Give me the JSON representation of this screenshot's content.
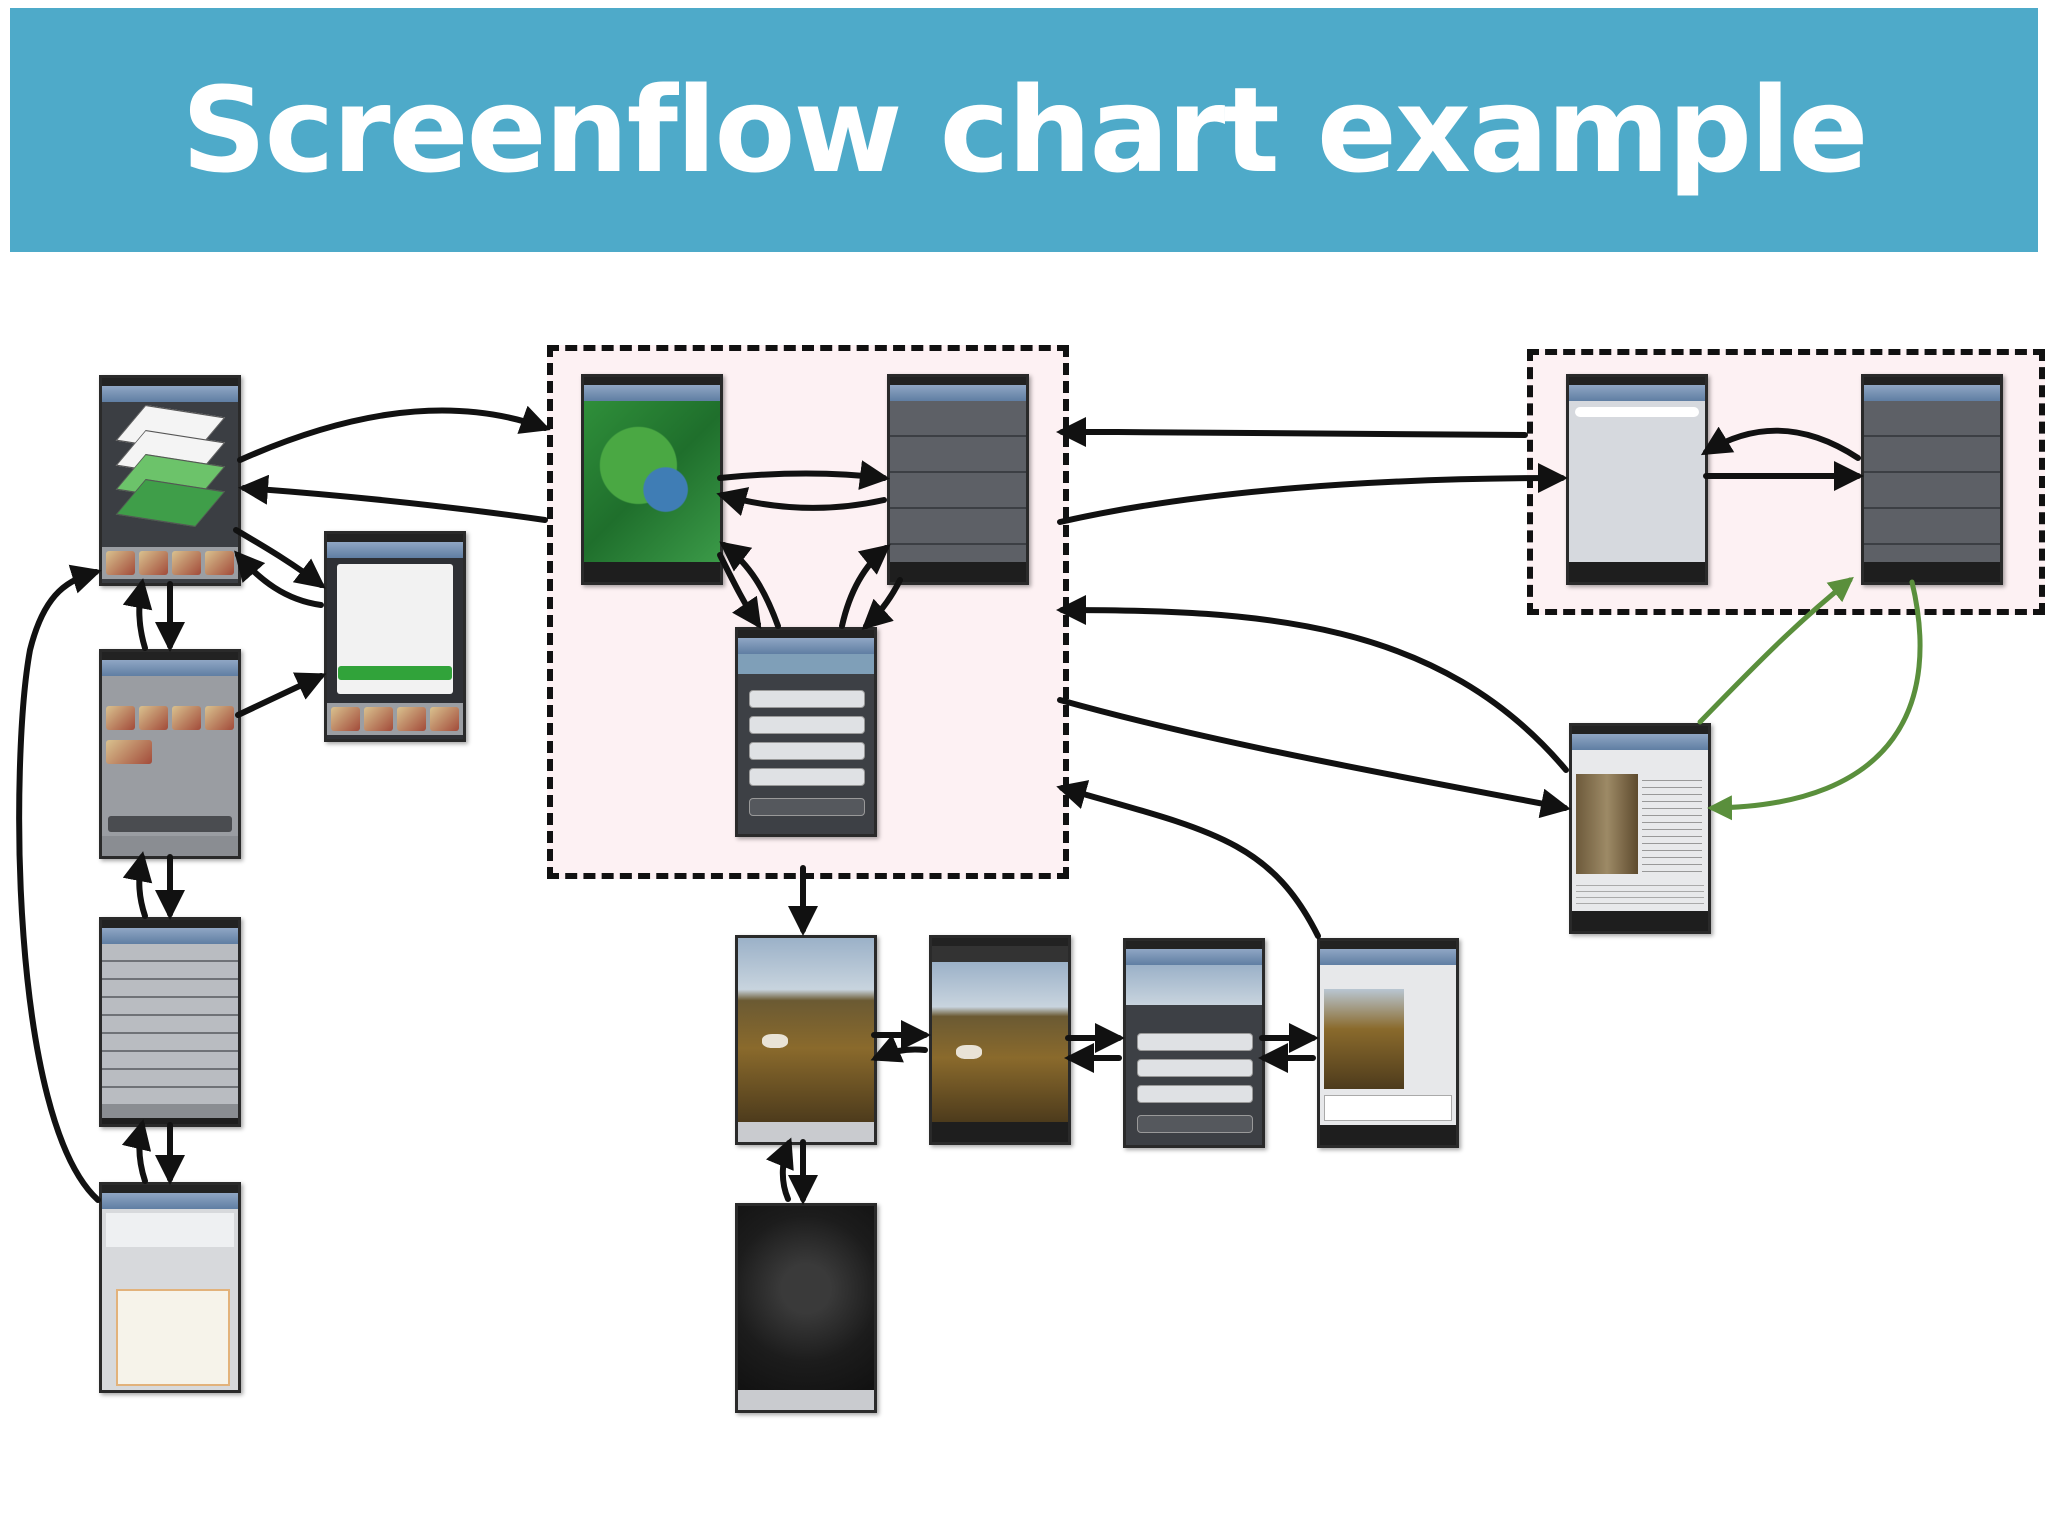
{
  "title": "Screenflow chart example",
  "colors": {
    "banner": "#4eaac9",
    "group_fill": "#fdf1f3",
    "arrow": "#111111",
    "arrow_green": "#5a8f3c"
  },
  "screens": [
    "layers-screen",
    "thumbnail-popup-screen",
    "layer-thumbnails-screen",
    "layer-list-screen",
    "layer-detail-map-screen",
    "park-map-screen",
    "poi-list-screen",
    "add-action-sheet",
    "search-screen",
    "settings-list-screen",
    "species-detail-screen",
    "camera-photo-screen",
    "photo-review-screen",
    "post-options-screen",
    "photo-description-screen",
    "camera-shutter-screen"
  ]
}
